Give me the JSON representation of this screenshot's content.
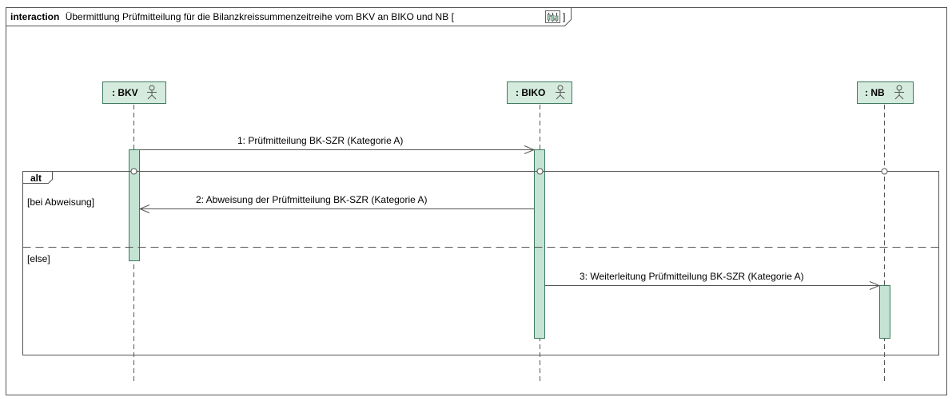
{
  "frame": {
    "keyword": "interaction",
    "title": "Übermittlung Prüfmitteilung für die Bilanzkreissummenzeitreihe  vom BKV an BIKO und NB",
    "title_bracket_open": "[",
    "title_bracket_close": "]",
    "title_icon": "sequence-diagram-icon"
  },
  "lifelines": [
    {
      "id": "bkv",
      "label": ": BKV",
      "icon": "actor-icon"
    },
    {
      "id": "biko",
      "label": ": BIKO",
      "icon": "actor-icon"
    },
    {
      "id": "nb",
      "label": ": NB",
      "icon": "actor-icon"
    }
  ],
  "messages": [
    {
      "label": "1: Prüfmitteilung BK-SZR (Kategorie A)",
      "from": "bkv",
      "to": "biko"
    },
    {
      "label": "2: Abweisung der Prüfmitteilung BK-SZR (Kategorie A)",
      "from": "biko",
      "to": "bkv"
    },
    {
      "label": "3: Weiterleitung Prüfmitteilung BK-SZR (Kategorie A)",
      "from": "biko",
      "to": "nb"
    }
  ],
  "fragment": {
    "operator": "alt",
    "guards": [
      "[bei Abweisung]",
      "[else]"
    ]
  },
  "colors": {
    "lifeline_fill": "#d4ebdd",
    "lifeline_border": "#3d7a62",
    "activation_fill": "#c5e3d3",
    "line": "#555555",
    "frame_border": "#555555"
  }
}
